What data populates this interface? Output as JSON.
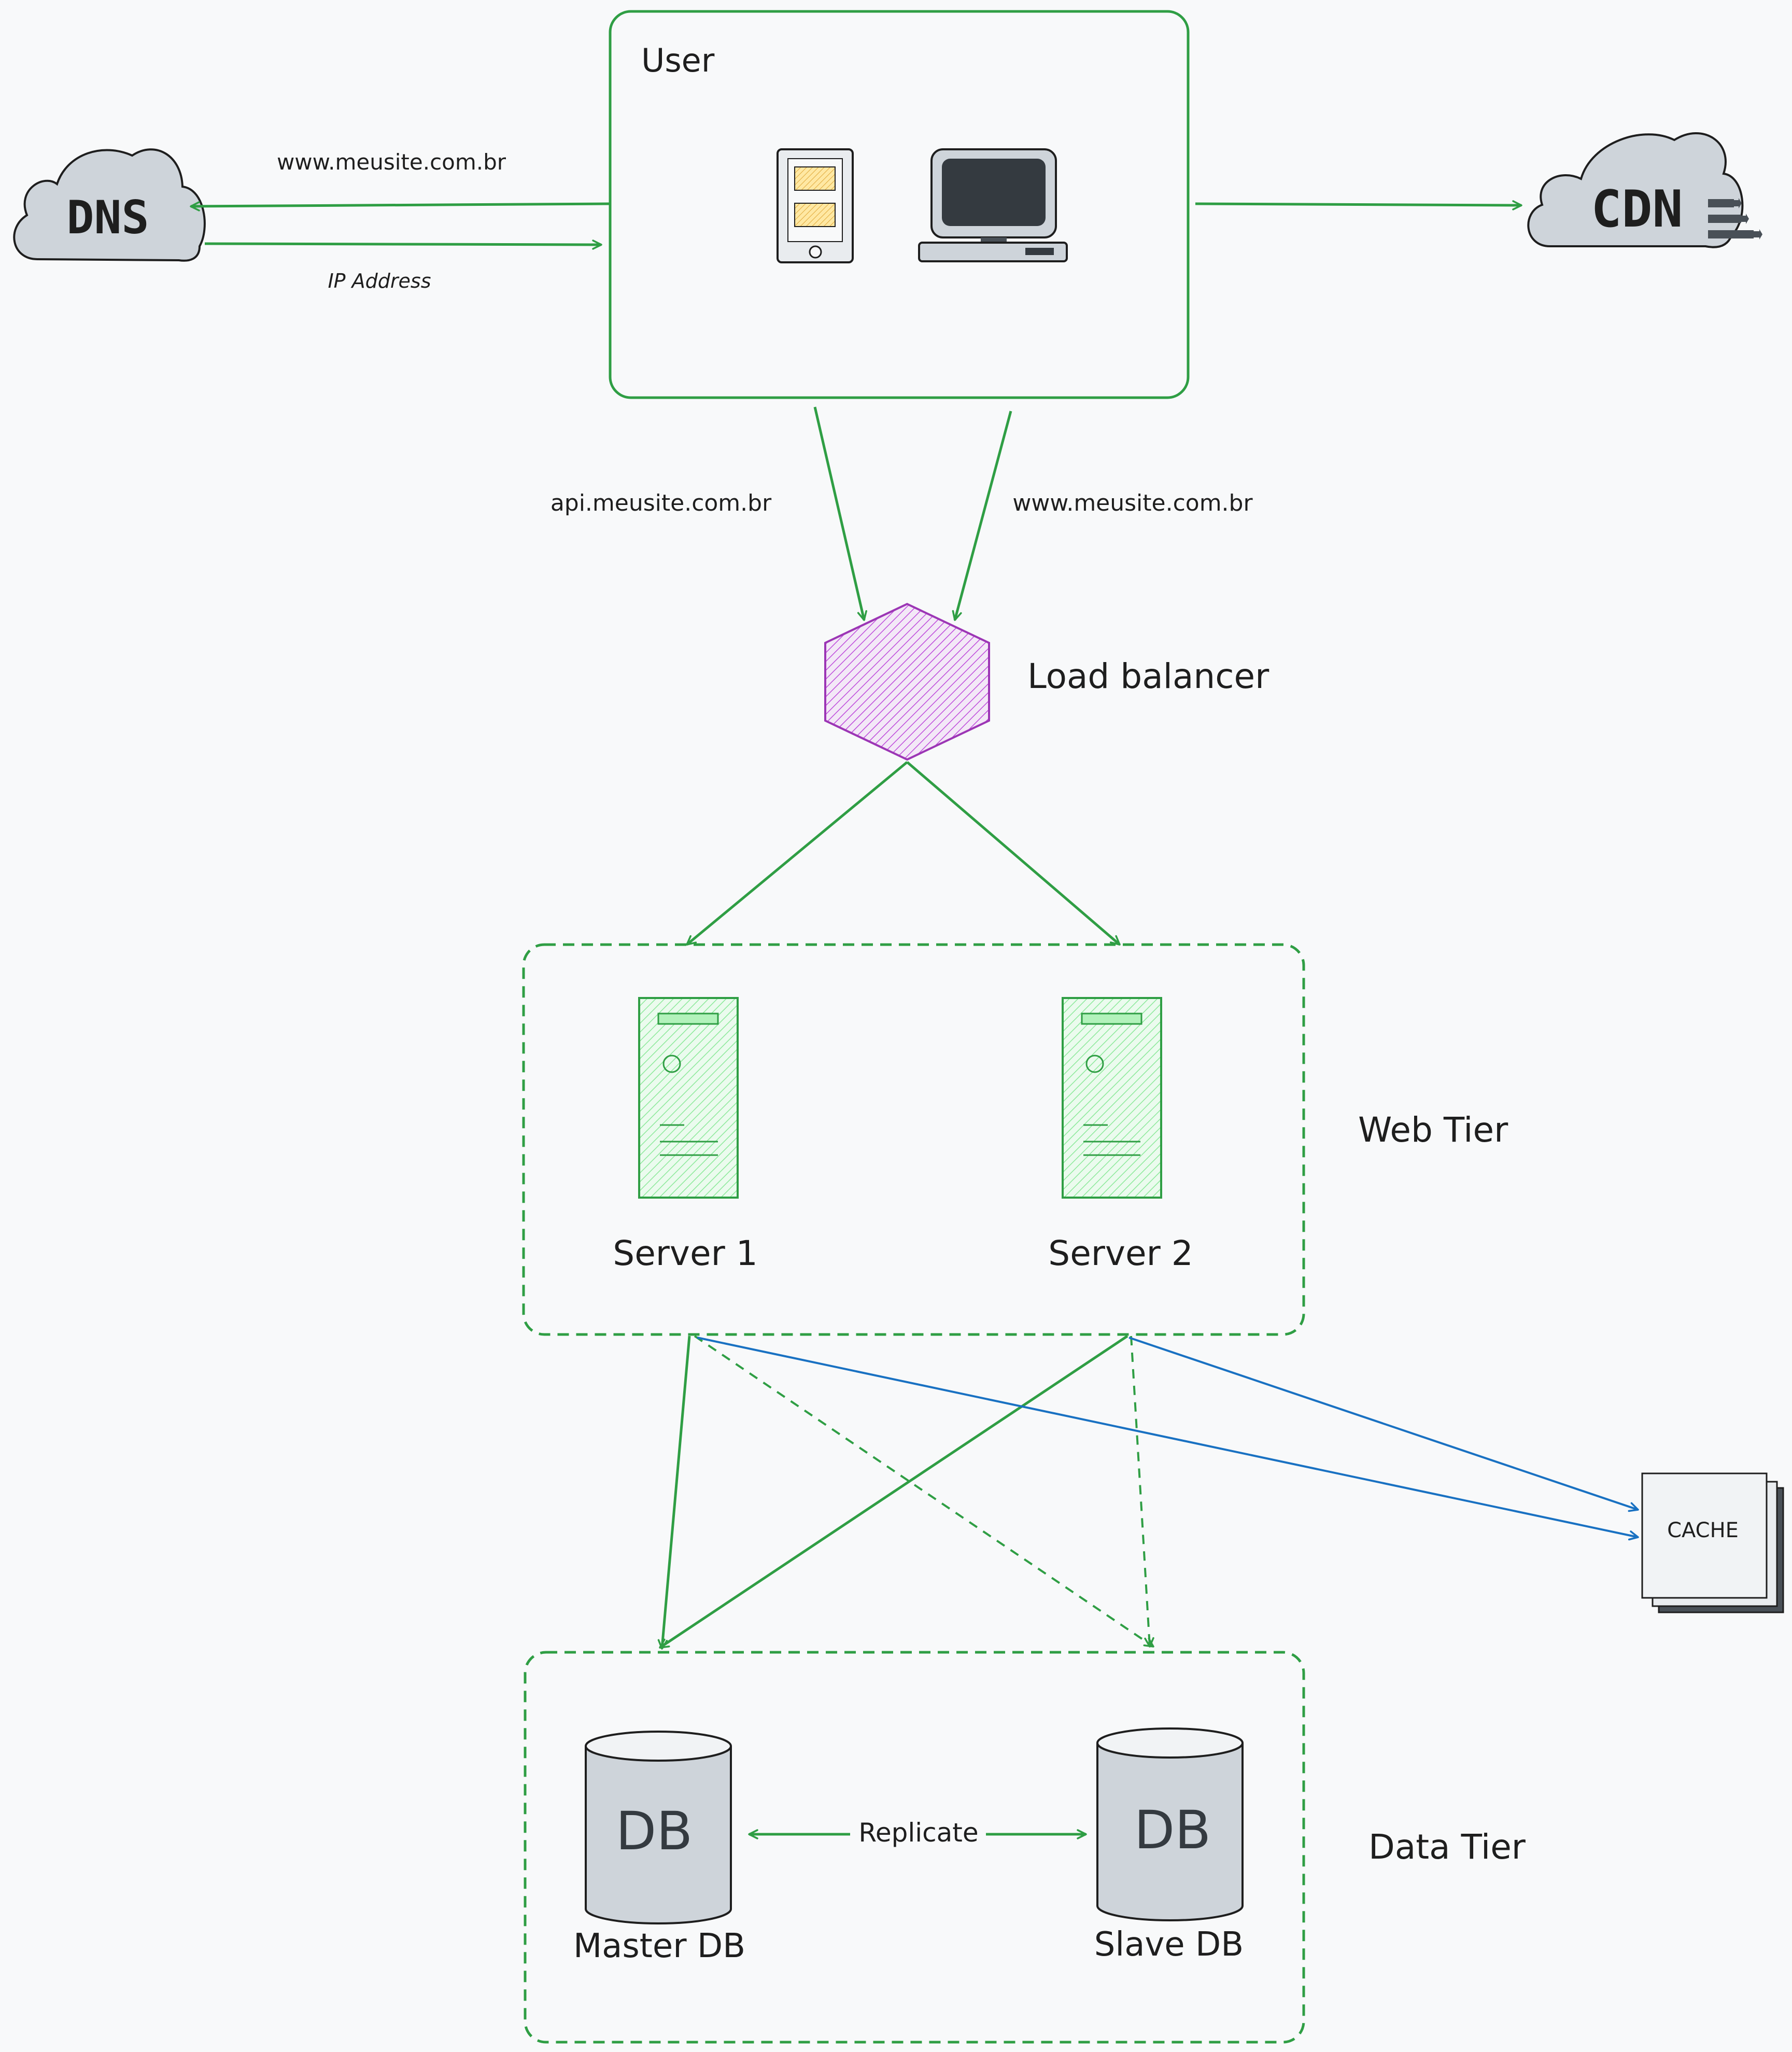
{
  "user": {
    "title": "User"
  },
  "dns": {
    "label": "DNS",
    "query_label": "www.meusite.com.br",
    "response_label": "IP Address"
  },
  "cdn": {
    "label": "CDN"
  },
  "user_to_lb": {
    "api_label": "api.meusite.com.br",
    "www_label": "www.meusite.com.br"
  },
  "load_balancer": {
    "label": "Load balancer"
  },
  "web_tier": {
    "label": "Web Tier",
    "servers": [
      {
        "label": "Server 1"
      },
      {
        "label": "Server 2"
      }
    ]
  },
  "data_tier": {
    "label": "Data Tier",
    "master": {
      "icon_text": "DB",
      "label": "Master DB"
    },
    "slave": {
      "icon_text": "DB",
      "label": "Slave DB"
    },
    "replicate_label": "Replicate"
  },
  "cache": {
    "label": "CACHE"
  },
  "colors": {
    "green": "#2f9e44",
    "blue": "#1971c2",
    "purple": "#9c36b5",
    "server_fill": "#b2f2bb",
    "db_fill": "#ced4da",
    "dark": "#343a40",
    "background": "#f8f9fa"
  }
}
